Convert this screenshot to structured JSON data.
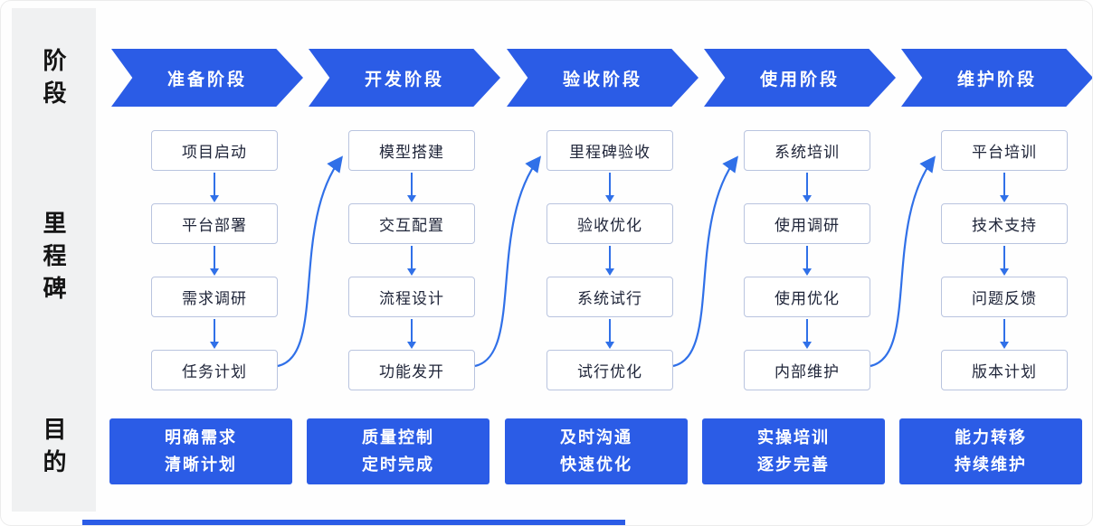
{
  "row_labels": {
    "phase": "阶段",
    "milestone": "里程碑",
    "purpose": "目的"
  },
  "colors": {
    "primary_blue": "#2b5ce6",
    "connector_blue": "#3070e8",
    "box_border": "#b9c4df",
    "sidebar_bg": "#f0f1f2"
  },
  "columns": [
    {
      "phase": "准备阶段",
      "milestones": [
        "项目启动",
        "平台部署",
        "需求调研",
        "任务计划"
      ],
      "purpose_line1": "明确需求",
      "purpose_line2": "清晰计划"
    },
    {
      "phase": "开发阶段",
      "milestones": [
        "模型搭建",
        "交互配置",
        "流程设计",
        "功能发开"
      ],
      "purpose_line1": "质量控制",
      "purpose_line2": "定时完成"
    },
    {
      "phase": "验收阶段",
      "milestones": [
        "里程碑验收",
        "验收优化",
        "系统试行",
        "试行优化"
      ],
      "purpose_line1": "及时沟通",
      "purpose_line2": "快速优化"
    },
    {
      "phase": "使用阶段",
      "milestones": [
        "系统培训",
        "使用调研",
        "使用优化",
        "内部维护"
      ],
      "purpose_line1": "实操培训",
      "purpose_line2": "逐步完善"
    },
    {
      "phase": "维护阶段",
      "milestones": [
        "平台培训",
        "技术支持",
        "问题反馈",
        "版本计划"
      ],
      "purpose_line1": "能力转移",
      "purpose_line2": "持续维护"
    }
  ]
}
